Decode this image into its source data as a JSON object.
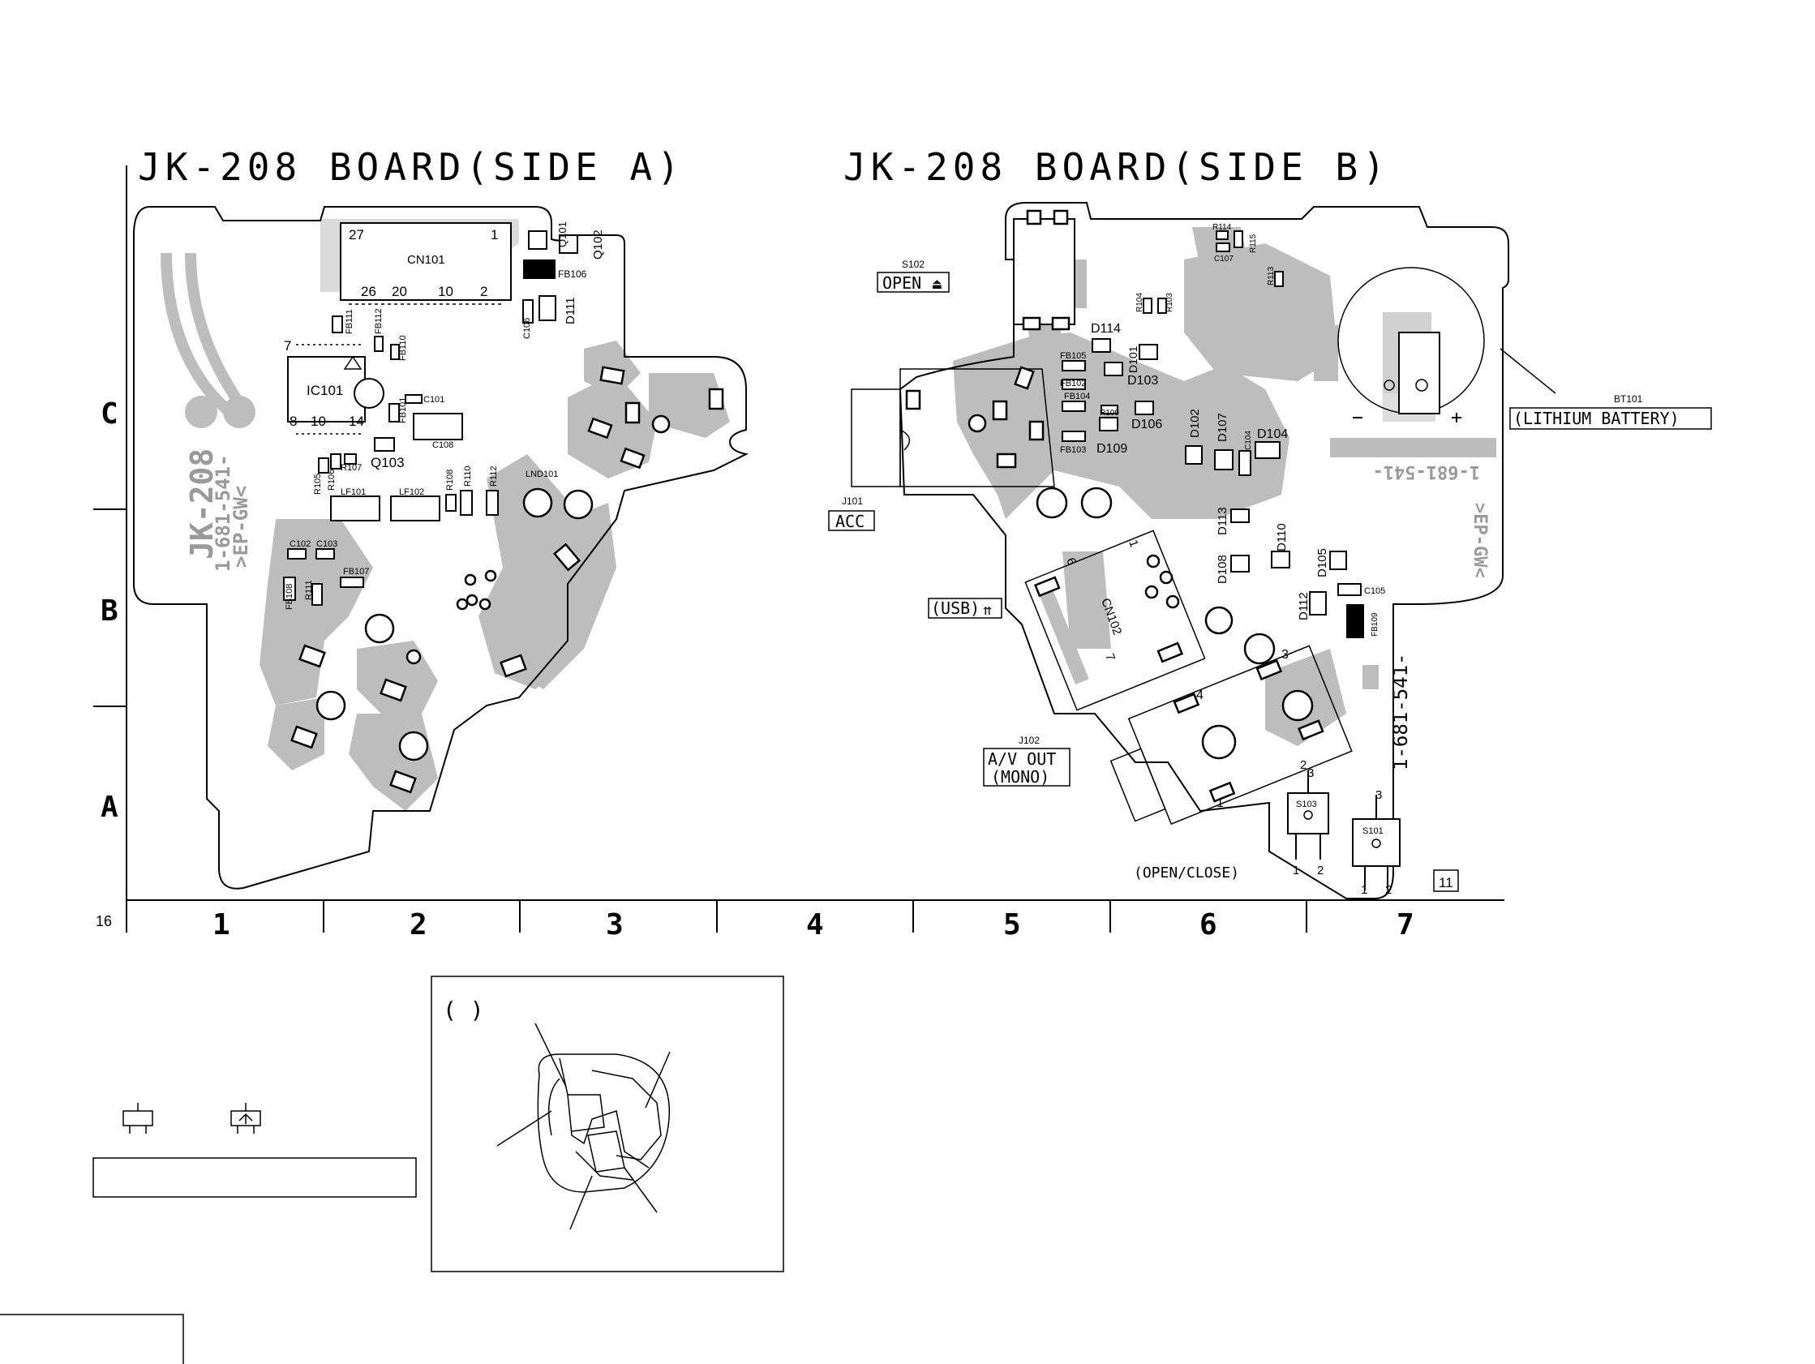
{
  "page_number": "16",
  "side_a": {
    "title": "JK-208 BOARD(SIDE A)",
    "silk_lines": [
      "JK-208",
      "1-681-541-",
      ">EP-GW<"
    ],
    "components": {
      "cn101": "CN101",
      "cn101_pins": [
        "27",
        "1",
        "26",
        "20",
        "10",
        "2"
      ],
      "ic101": "IC101",
      "ic101_pins": [
        "7",
        "8",
        "10",
        "14"
      ],
      "q101": "Q101",
      "q102": "Q102",
      "q103": "Q103",
      "fb106": "FB106",
      "fb111": "FB111",
      "fb112": "FB112",
      "fb110": "FB110",
      "fb101": "FB101",
      "fb107": "FB107",
      "fb108": "FB108",
      "d111": "D111",
      "c106": "C106",
      "c101": "C101",
      "c108": "C108",
      "c102": "C102",
      "c103": "C103",
      "r105": "R105",
      "r106": "R106",
      "r107": "R107",
      "r108": "R108",
      "r110": "R110",
      "r112": "R112",
      "r111": "R111",
      "lf101": "LF101",
      "lf102": "LF102",
      "lnd101": "LND101"
    }
  },
  "side_b": {
    "title": "JK-208 BOARD(SIDE B)",
    "silk_lines": [
      "1-681-541-",
      ">EP-GW<"
    ],
    "number_label": "1-681-541-",
    "components": {
      "s102": "S102",
      "s102_label": "OPEN",
      "j101": "J101",
      "j101_label": "ACC",
      "usb_label": "USB",
      "j102": "J102",
      "j102_label_1": "A/V OUT",
      "j102_label_2": "(MONO)",
      "bt101": "BT101",
      "bt101_label": "(LITHIUM BATTERY)",
      "r114": "R114",
      "r115": "R115",
      "c107": "C107",
      "r113": "R113",
      "r104": "R104",
      "r103": "R103",
      "r109": "R109",
      "d114": "D114",
      "d101": "D101",
      "d103": "D103",
      "d106": "D106",
      "d102": "D102",
      "d107": "D107",
      "d104": "D104",
      "c104": "C104",
      "d109": "D109",
      "d113": "D113",
      "d110": "D110",
      "d108": "D108",
      "d105": "D105",
      "c105": "C105",
      "d112": "D112",
      "fb109": "FB109",
      "fb105": "FB105",
      "fb102": "FB102",
      "fb104": "FB104",
      "fb103": "FB103",
      "cn102": "CN102",
      "cn102_pins": [
        "6",
        "1",
        "7"
      ],
      "jack_pins": [
        "3",
        "4",
        "1"
      ],
      "s103": "S103",
      "s101": "S101",
      "switch_pins": [
        "2",
        "3",
        "1",
        "2",
        "3",
        "1",
        "2"
      ],
      "open_close": "(OPEN/CLOSE)",
      "sheet_tag": "11"
    }
  },
  "grid": {
    "columns": [
      "1",
      "2",
      "3",
      "4",
      "5",
      "6",
      "7"
    ],
    "rows": [
      "C",
      "B",
      "A"
    ]
  },
  "detail_box": {
    "paren": "(          )"
  },
  "colors": {
    "trace": "#bdbdbd",
    "ink": "#000000",
    "silk": "#9a9a9a"
  }
}
